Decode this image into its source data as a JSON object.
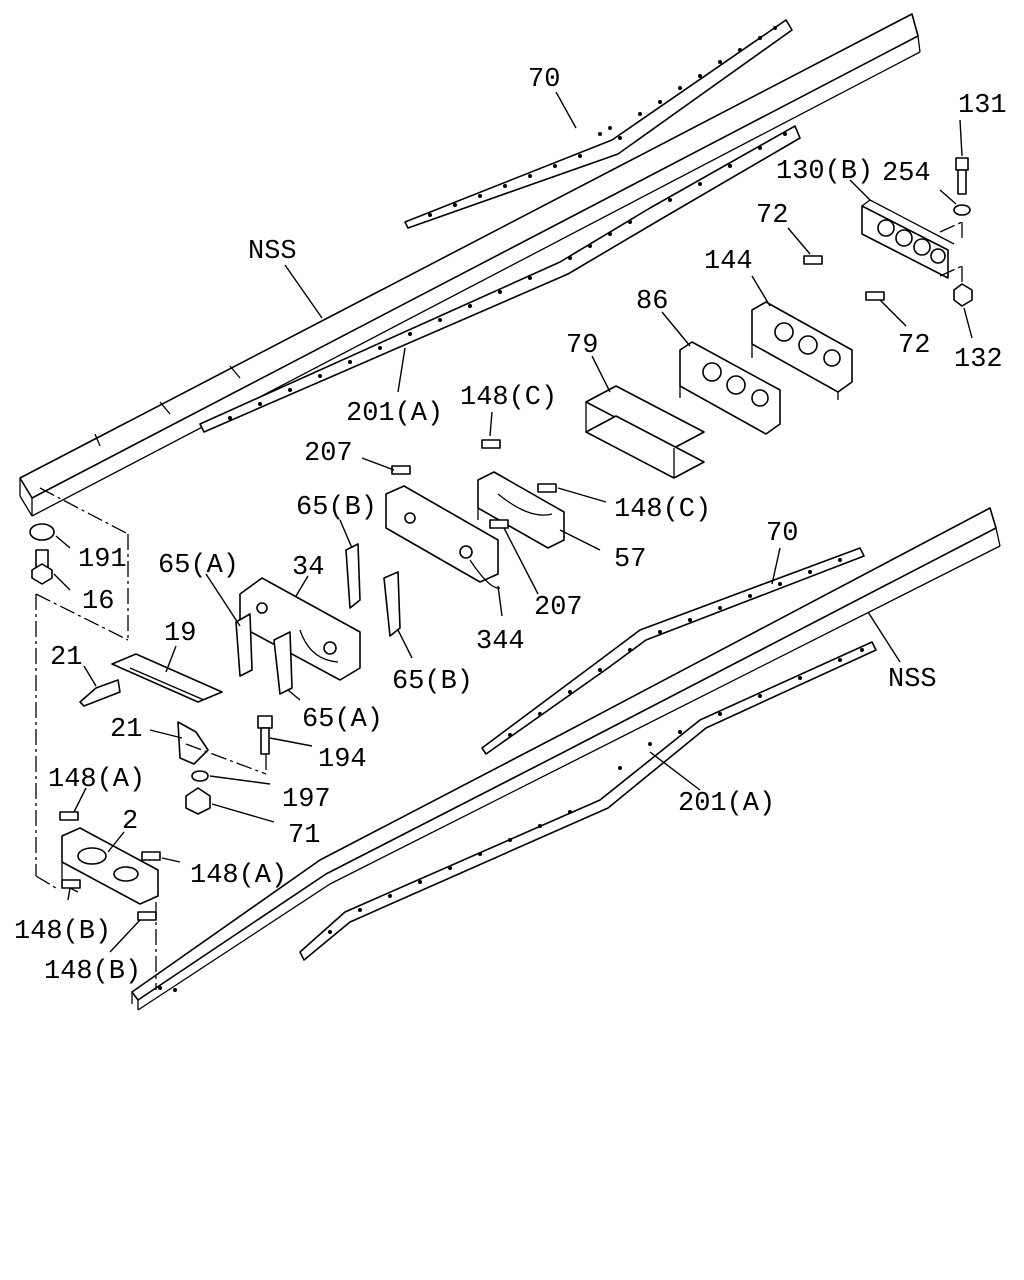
{
  "callouts": {
    "p70_top": "70",
    "p131": "131",
    "p130b": "130(B)",
    "p254": "254",
    "nss_top": "NSS",
    "p72_top": "72",
    "p144": "144",
    "p86": "86",
    "p72_right": "72",
    "p132": "132",
    "p79": "79",
    "p201a_top": "201(A)",
    "p148c_top": "148(C)",
    "p207_top": "207",
    "p148c_mid": "148(C)",
    "p65b_top": "65(B)",
    "p191": "191",
    "p65a_left": "65(A)",
    "p34": "34",
    "p57": "57",
    "p70_mid": "70",
    "p16": "16",
    "p207_mid": "207",
    "p19": "19",
    "p344": "344",
    "p21_top": "21",
    "nss_mid": "NSS",
    "p65b_mid": "65(B)",
    "p65a_mid": "65(A)",
    "p21_mid": "21",
    "p194": "194",
    "p148a_left": "148(A)",
    "p197": "197",
    "p201a_bot": "201(A)",
    "p71": "71",
    "p2": "2",
    "p148a_right": "148(A)",
    "p148b_top": "148(B)",
    "p148b_bot": "148(B)"
  }
}
